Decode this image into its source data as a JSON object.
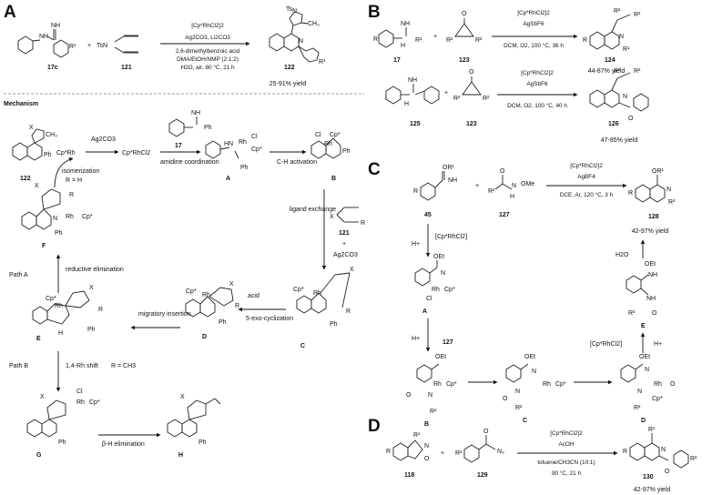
{
  "panels": {
    "A": {
      "label": "A",
      "reactant1": "17c",
      "reactant2": "121",
      "product": "122",
      "conditions": [
        "[Cp*RhCl2]2",
        "Ag2CO3, Li2CO3",
        "2,6-dimethylbenzoic acid",
        "DMA/EtOH/NMP (2:1:2)",
        "H2O, air, 80 °C, 21 h"
      ],
      "yield": "25-91% yield",
      "mechanism_title": "Mechanism",
      "mechanism": {
        "species": [
          "122",
          "17",
          "A",
          "B",
          "121",
          "C",
          "D",
          "E",
          "F",
          "G",
          "H"
        ],
        "catalyst_start": "Cp*Rh",
        "catalyst_salt": "Cp*RhCl2",
        "reagent_ag": "Ag2CO3",
        "ag_second": "Ag2CO3",
        "plus": "+",
        "steps": [
          "amidine coordination",
          "C-H activation",
          "ligand exchange",
          "5-exo-cyclization",
          "acid",
          "migratory insertion",
          "reductive elimination",
          "isomerization",
          "R = H",
          "Path A",
          "Path B",
          "1,4-Rh shift",
          "R = CH3",
          "β-H elimination"
        ]
      }
    },
    "B": {
      "label": "B",
      "row1": {
        "reactants": [
          "17",
          "123"
        ],
        "product": "124",
        "conditions": [
          "[Cp*RhCl2]2",
          "AgSbF6",
          "DCM, O2, 100 °C, 36 h"
        ],
        "yield": "44-87% yield"
      },
      "row2": {
        "reactants": [
          "125",
          "123"
        ],
        "product": "126",
        "conditions": [
          "[Cp*RhCl2]2",
          "AgSbF6",
          "DCM, O2, 100 °C, 40 h"
        ],
        "yield": "47-85% yield"
      }
    },
    "C": {
      "label": "C",
      "reactants": [
        "45",
        "127"
      ],
      "product": "128",
      "conditions": [
        "[Cp*RhCl2]2",
        "AgBF4",
        "DCE, Ar, 120 °C, 3 h"
      ],
      "yield": "42-97% yield",
      "mechanism": {
        "species": [
          "A",
          "B",
          "C",
          "D",
          "E",
          "127"
        ],
        "reagents": [
          "[Cp*RhCl2]",
          "H+",
          "H2O",
          "[Cp*RhCl2]"
        ]
      }
    },
    "D": {
      "label": "D",
      "reactants": [
        "118",
        "129"
      ],
      "product": "130",
      "conditions": [
        "[Cp*RhCl2]2",
        "AcOH",
        "toluene/CH3CN (10:1)",
        "90 °C, 21 h"
      ],
      "yield": "42-97% yield"
    }
  },
  "atom_labels": {
    "Ts": "Ts",
    "TsN": "TsN",
    "N": "N",
    "NH": "NH",
    "NH2": "NH",
    "HN": "HN",
    "H": "H",
    "Ph": "Ph",
    "Rh": "Rh",
    "Cp": "Cp*",
    "Cl": "Cl",
    "X": "X",
    "R": "R",
    "R1": "R¹",
    "R2": "R²",
    "O": "O",
    "OR1": "OR¹",
    "OEt": "OEt",
    "OMe": "OMe",
    "N3": "N₃",
    "CH3": "CH₃",
    "plus": "+"
  }
}
